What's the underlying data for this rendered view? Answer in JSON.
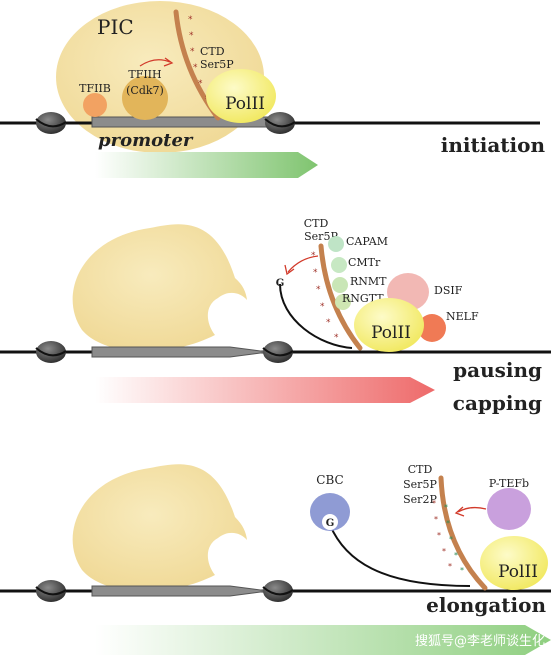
{
  "panels": {
    "initiation": {
      "complex": "PIC",
      "tfiib": "TFIIB",
      "tfiih_line1": "TFIIH",
      "tfiih_line2": "(Cdk7)",
      "ctd": "CTD",
      "ser5p": "Ser5P",
      "polii": "PolII",
      "promoter": "promoter",
      "stage": "initiation"
    },
    "pausing": {
      "ctd": "CTD",
      "ser5p": "Ser5P",
      "capam": "CAPAM",
      "cmtr": "CMTr",
      "rnmt": "RNMT",
      "rngtt": "RNGTT",
      "dsif": "DSIF",
      "nelf": "NELF",
      "polii": "PolII",
      "g": "G",
      "stage_line1": "pausing",
      "stage_line2": "capping"
    },
    "elongation": {
      "cbc": "CBC",
      "g": "G",
      "ctd": "CTD",
      "ser5p": "Ser5P",
      "ser2p": "Ser2P",
      "ptefb": "P-TEFb",
      "polii": "PolII",
      "stage": "elongation"
    }
  },
  "watermark": "搜狐号@李老师谈生化",
  "colors": {
    "pic": "#f3dea0",
    "polii": "#f7f07a",
    "ctd_tail": "#c4814e",
    "arrow_green": "#7fc46f",
    "arrow_red": "#ee6a6a",
    "tfiib": "#f2a262",
    "tfiih": "#e2b55a",
    "capam": "#bfe4c6",
    "dsif": "#f2b8b4",
    "nelf": "#f07a55",
    "cbc": "#8f9bd4",
    "ptefb": "#c9a0dd"
  }
}
